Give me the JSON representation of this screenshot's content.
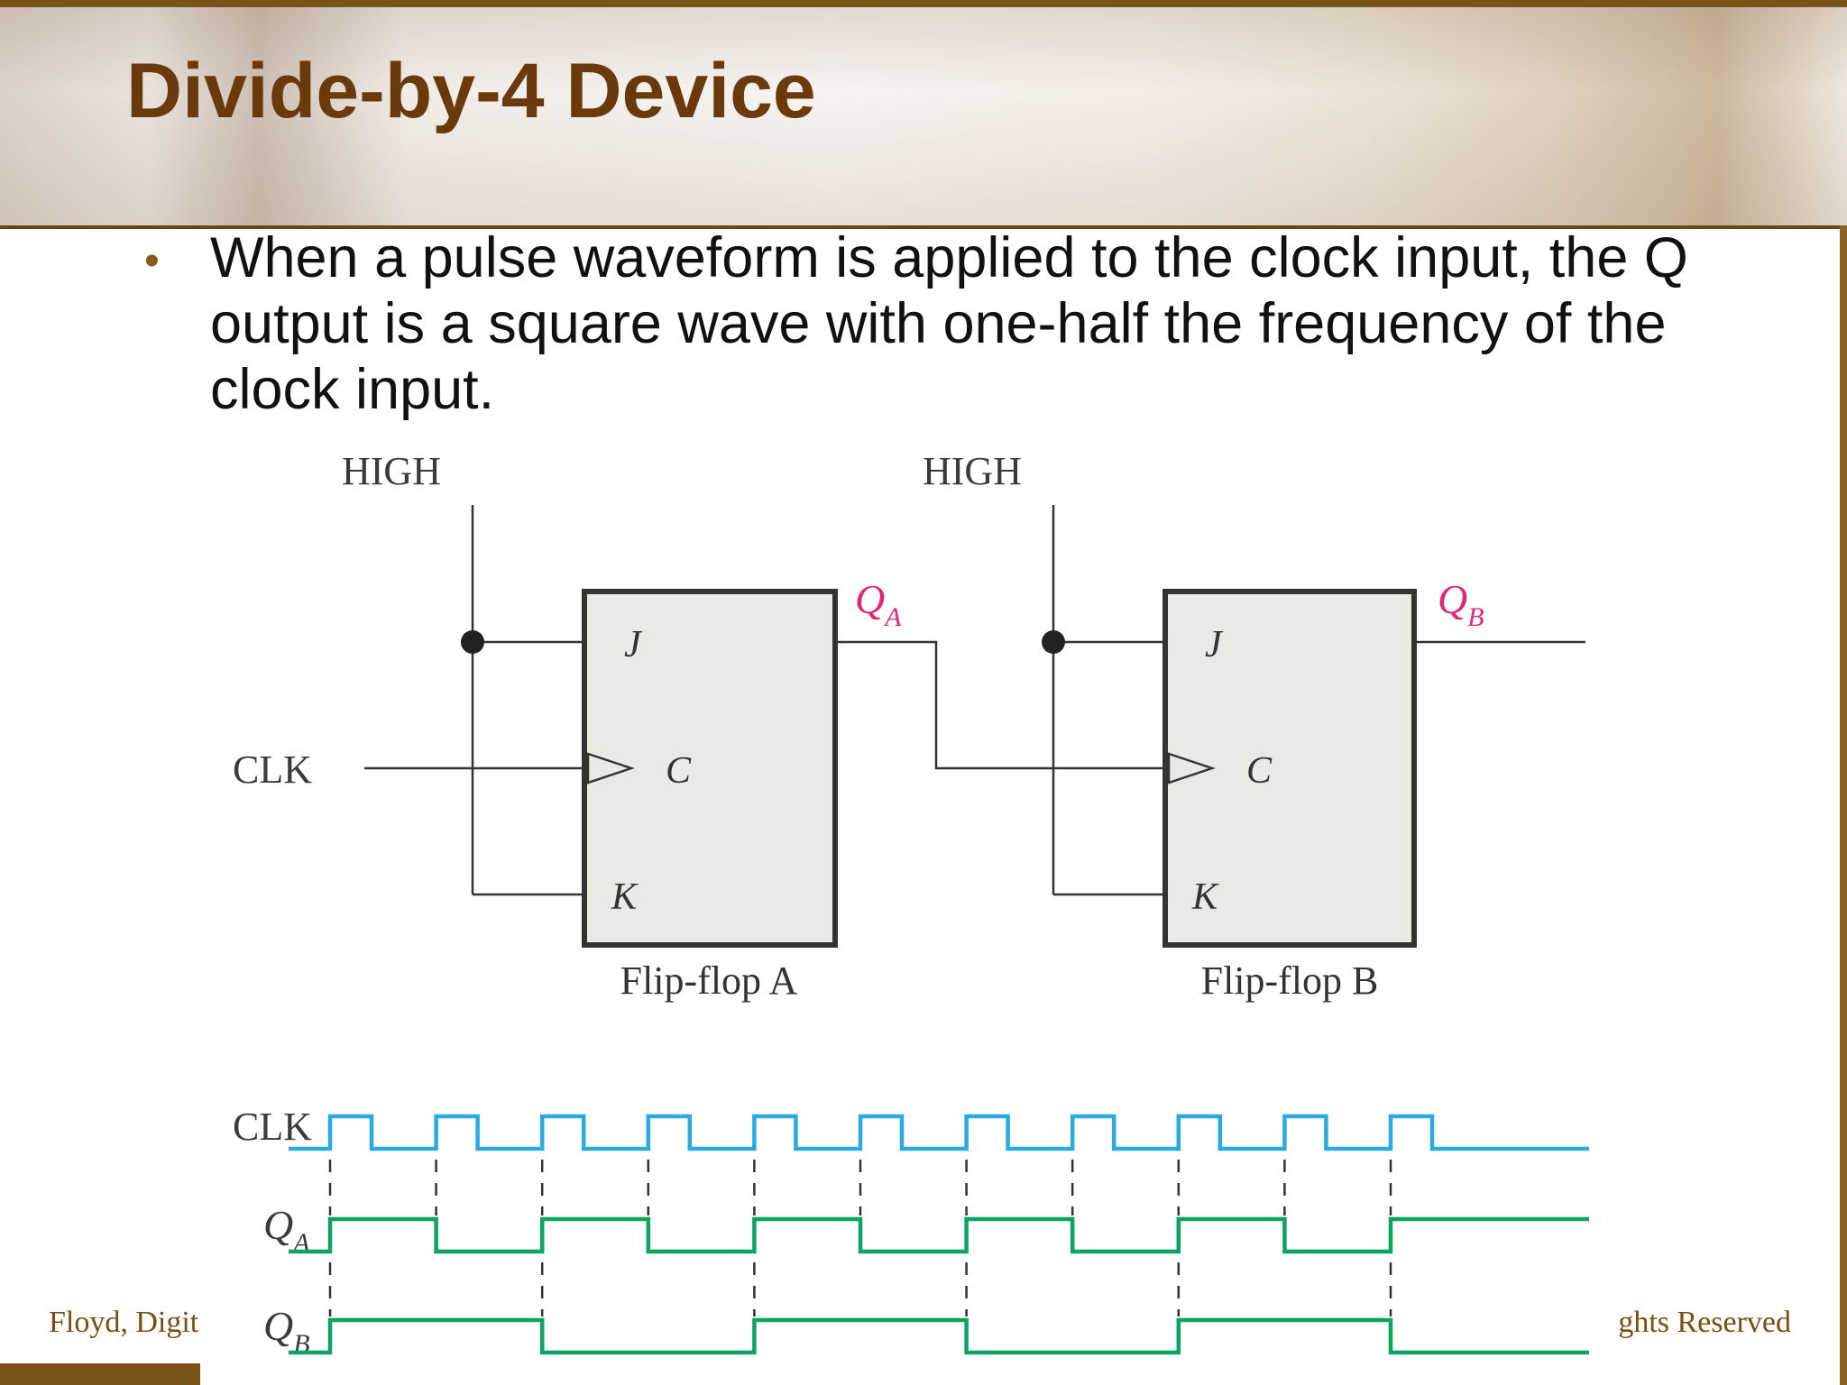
{
  "slide": {
    "title": "Divide-by-4 Device",
    "bullet": "When a pulse waveform is applied to the clock input, the Q output is a square wave with one-half the frequency of the clock input.",
    "footer_left": "Floyd, Digit",
    "footer_right": "ghts Reserved"
  },
  "colors": {
    "title": "#6b3a0c",
    "clk_wave": "#29abe2",
    "q_wave": "#0aa561",
    "q_label": "#e0267a",
    "flipflop_fill": "#ebe9e4"
  },
  "circuit": {
    "high_a": "HIGH",
    "high_b": "HIGH",
    "clk_label": "CLK",
    "ff_a": {
      "name": "Flip-flop A",
      "j": "J",
      "c": "C",
      "k": "K",
      "q": "Q",
      "q_sub": "A"
    },
    "ff_b": {
      "name": "Flip-flop B",
      "j": "J",
      "c": "C",
      "k": "K",
      "q": "Q",
      "q_sub": "B"
    }
  },
  "timing": {
    "clk_label": "CLK",
    "qa_label": "Q",
    "qa_sub": "A",
    "qb_label": "Q",
    "qb_sub": "B",
    "clock_pulses": 11,
    "qa_divides_by": 2,
    "qb_divides_by": 4
  }
}
